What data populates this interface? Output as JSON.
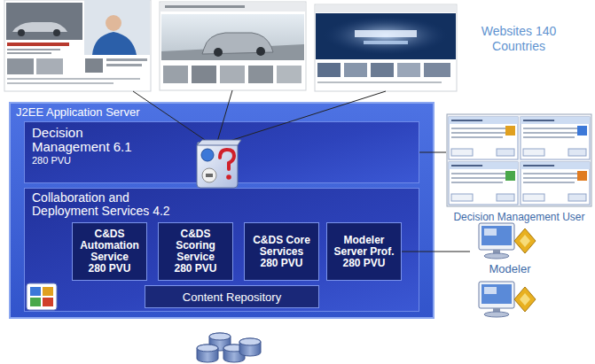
{
  "diagram": {
    "nodes": [
      {
        "text": [
          "J2EE Application Server"
        ]
      },
      {
        "text": [
          "Decision Management 6.1",
          "280 PVU"
        ],
        "in": 0
      },
      {
        "text": [
          "Collaboration and Deployment Services 4.2"
        ],
        "in": 0
      },
      {
        "text": [
          "C&DS Automation Service",
          "280 PVU"
        ],
        "in": 2
      },
      {
        "text": [
          "C&DS Scoring Service",
          "280 PVU"
        ],
        "in": 2
      },
      {
        "text": [
          "C&DS Core Services",
          "280 PVU"
        ],
        "in": 2
      },
      {
        "text": [
          "Modeler Server Prof.",
          "280 PVU"
        ],
        "in": 2
      },
      {
        "text": [
          "Content Repository"
        ],
        "in": 2
      },
      {
        "text": [
          "Decision Management User"
        ]
      },
      {
        "text": [
          "Modeler"
        ]
      }
    ],
    "edges": [
      {
        "from": 1,
        "to": 8,
        "arrow": "none"
      },
      {
        "from": 6,
        "to": 9,
        "arrow": "none"
      }
    ],
    "labels": [
      "Websites 140 Countries"
    ]
  }
}
